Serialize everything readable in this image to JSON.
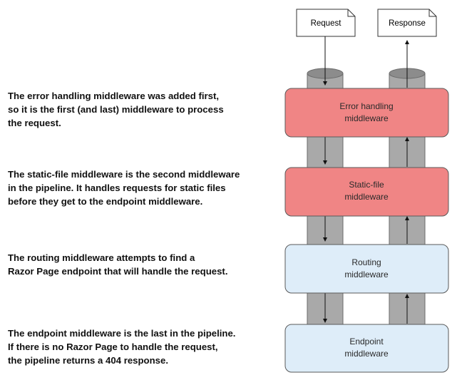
{
  "documents": {
    "request_label": "Request",
    "response_label": "Response"
  },
  "middleware": [
    {
      "line1": "Error handling",
      "line2": "middleware",
      "description": [
        "The error handling middleware was added first,",
        "so it is the first (and last) middleware to process",
        "the request."
      ]
    },
    {
      "line1": "Static-file",
      "line2": "middleware",
      "description": [
        "The static-file middleware is the second middleware",
        "in the pipeline. It handles requests for static files",
        "before they get to the endpoint middleware."
      ]
    },
    {
      "line1": "Routing",
      "line2": "middleware",
      "description": [
        "The routing middleware attempts to find a",
        "Razor Page endpoint that will handle the request."
      ]
    },
    {
      "line1": "Endpoint",
      "line2": "middleware",
      "description": [
        "The endpoint middleware is the last in the pipeline.",
        "If there is no Razor Page to handle the request,",
        "the pipeline returns a 404 response."
      ]
    }
  ],
  "colors": {
    "red_box_fill": "#f08585",
    "blue_box_fill": "#deedf9",
    "box_stroke": "#5a5a5a",
    "pipe_fill": "#a9a9a9",
    "pipe_stroke": "#6a6a6a",
    "pipe_top": "#8c8c8c"
  }
}
